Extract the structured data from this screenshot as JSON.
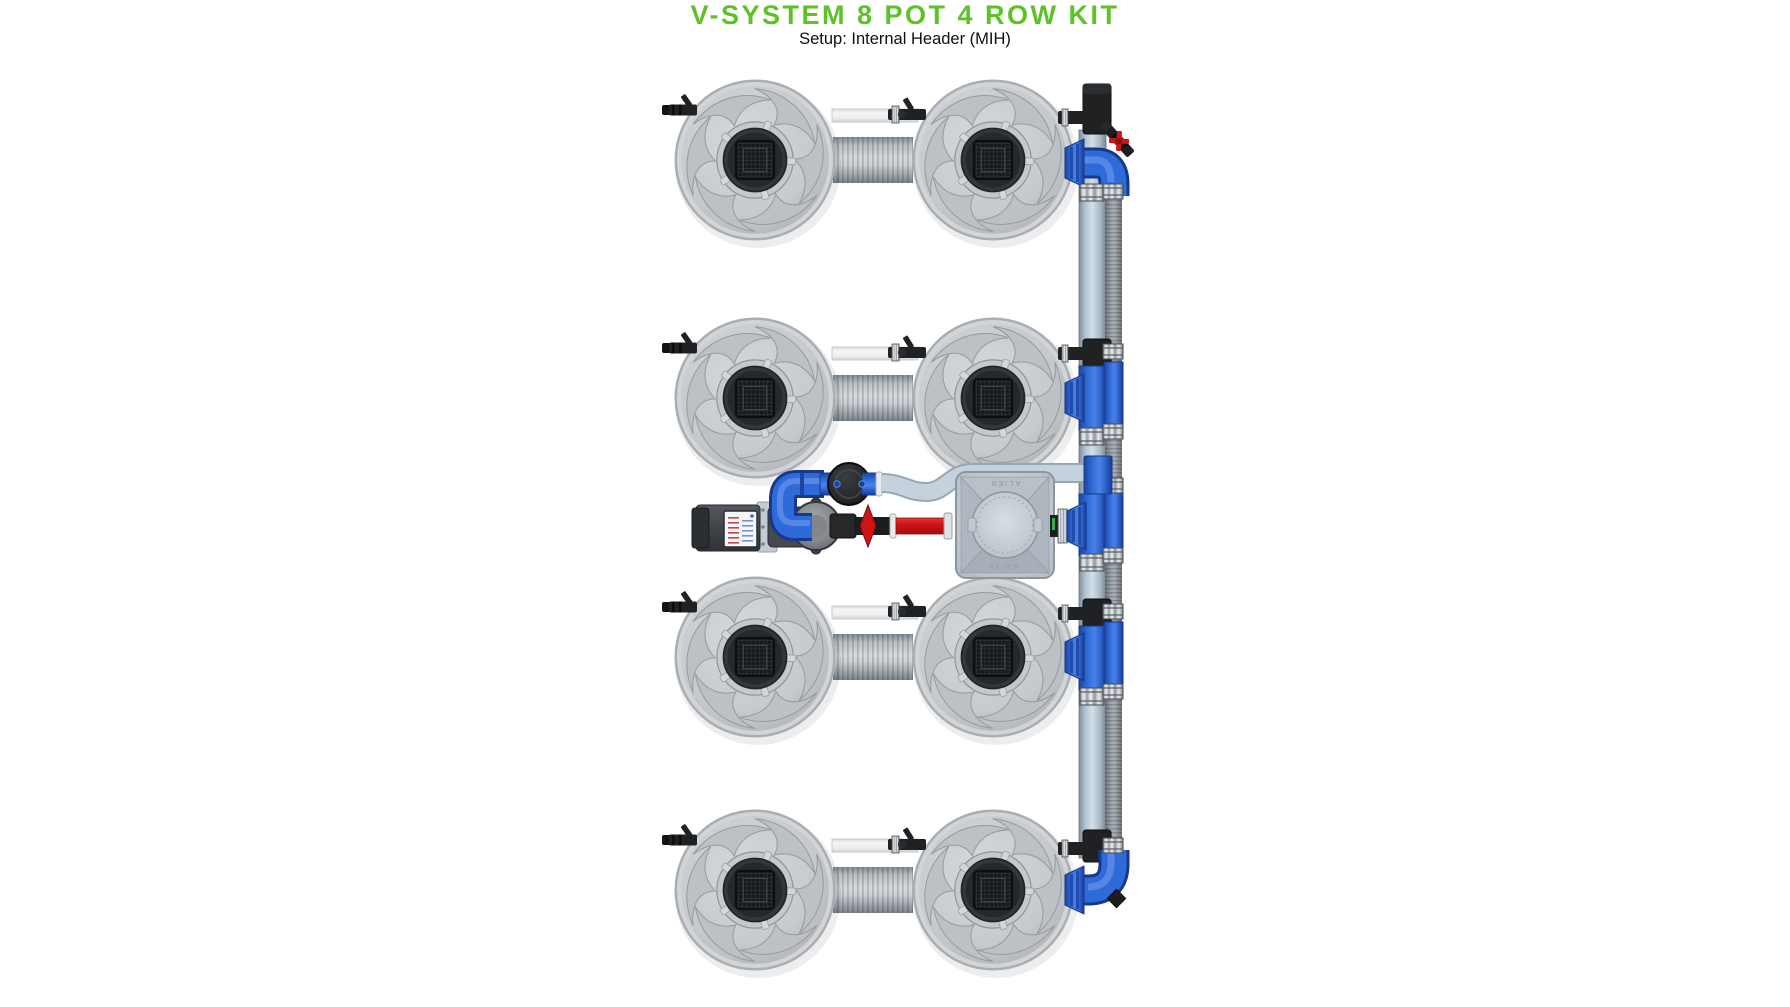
{
  "page": {
    "title": "V-SYSTEM 8 POT 4 ROW KIT",
    "subtitle": "Setup: Internal Header (MIH)"
  },
  "diagram": {
    "kit_name": "V-SYSTEM",
    "pot_count": 8,
    "row_count": 4,
    "pots_per_row": 2,
    "tank_label": "ALIEN",
    "colors": {
      "title_green": "#5cc226",
      "fitting_blue": "#2f6bd8",
      "pipe_red": "#d01216",
      "pot_gray": "#cfd3d6",
      "header_pipe": "#c9d7e2",
      "corrugated_gray": "#9aa0a7",
      "fitting_black": "#1f2123",
      "tank_gray": "#c2cad1"
    }
  }
}
